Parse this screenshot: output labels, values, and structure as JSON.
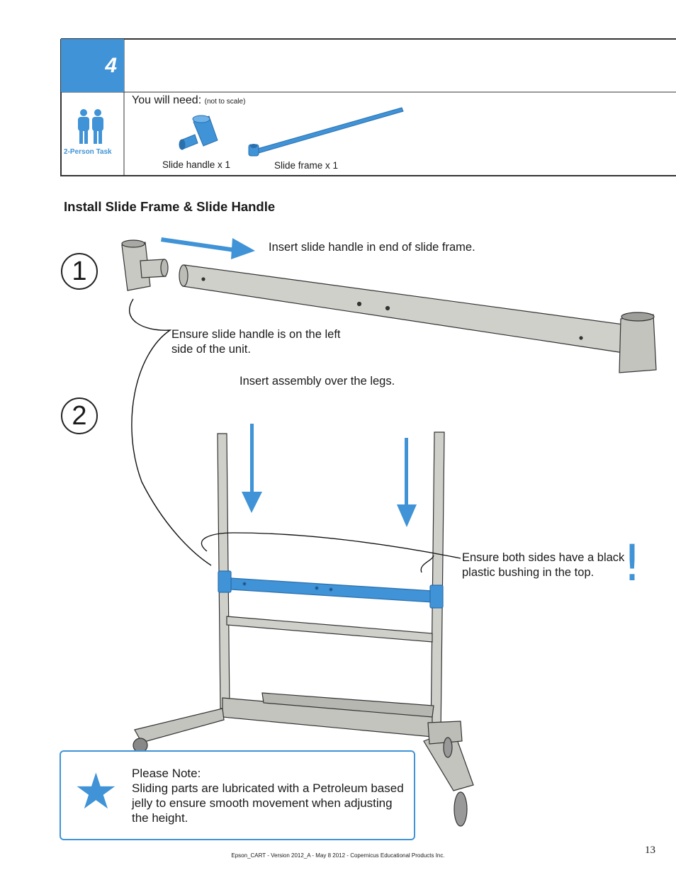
{
  "step": {
    "number": "4"
  },
  "requirements": {
    "you_will_need": "You will need:",
    "not_to_scale": "(not to scale)",
    "person_task": "2-Person Task",
    "items": [
      {
        "label": "Slide handle x 1"
      },
      {
        "label": "Slide frame x 1"
      }
    ]
  },
  "section": {
    "title": "Install Slide Frame & Slide Handle"
  },
  "steps": [
    {
      "number": "1",
      "instruction": "Insert slide handle in end of slide frame.",
      "callout": "Ensure slide handle is on the left side of the unit."
    },
    {
      "number": "2",
      "instruction": "Insert assembly over the legs.",
      "callout": "Ensure both sides have a black plastic bushing in the top."
    }
  ],
  "warning_mark": "!",
  "note": {
    "heading": "Please Note:",
    "body": "Sliding parts are lubricated with a Petroleum based jelly to ensure smooth movement when adjusting the height."
  },
  "footer": {
    "text": "Epson_CART - Version 2012_A - May 8 2012 - Copernicus Educational Products Inc.",
    "page_number": "13"
  },
  "colors": {
    "accent": "#3f93d6",
    "metal": "#c9c9c4",
    "outline": "#333333"
  }
}
